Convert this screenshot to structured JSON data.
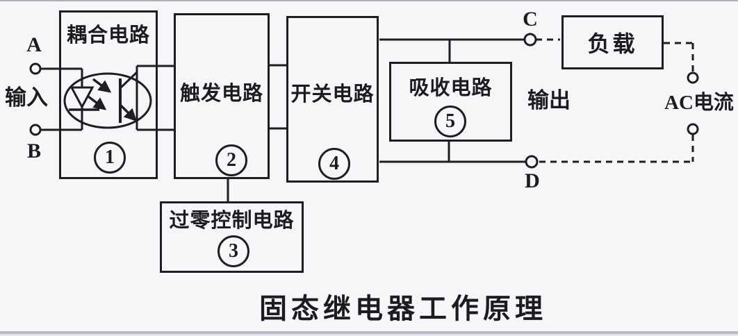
{
  "canvas": {
    "background": "#f6f6f8",
    "line_color": "#1d1d22"
  },
  "title": "固态继电器工作原理",
  "input_side": {
    "label": "输入",
    "terminal_a": "A",
    "terminal_b": "B"
  },
  "output_side": {
    "label": "输出",
    "terminal_c": "C",
    "terminal_d": "D",
    "ac_label": "AC电流"
  },
  "blocks": {
    "coupling": {
      "label": "耦合电路",
      "number": "1"
    },
    "trigger": {
      "label": "触发电路",
      "number": "2"
    },
    "zero_crossing": {
      "label": "过零控制电路",
      "number": "3"
    },
    "switching": {
      "label": "开关电路",
      "number": "4"
    },
    "snubber": {
      "label": "吸收电路",
      "number": "5"
    },
    "load": {
      "label": "负载"
    }
  }
}
